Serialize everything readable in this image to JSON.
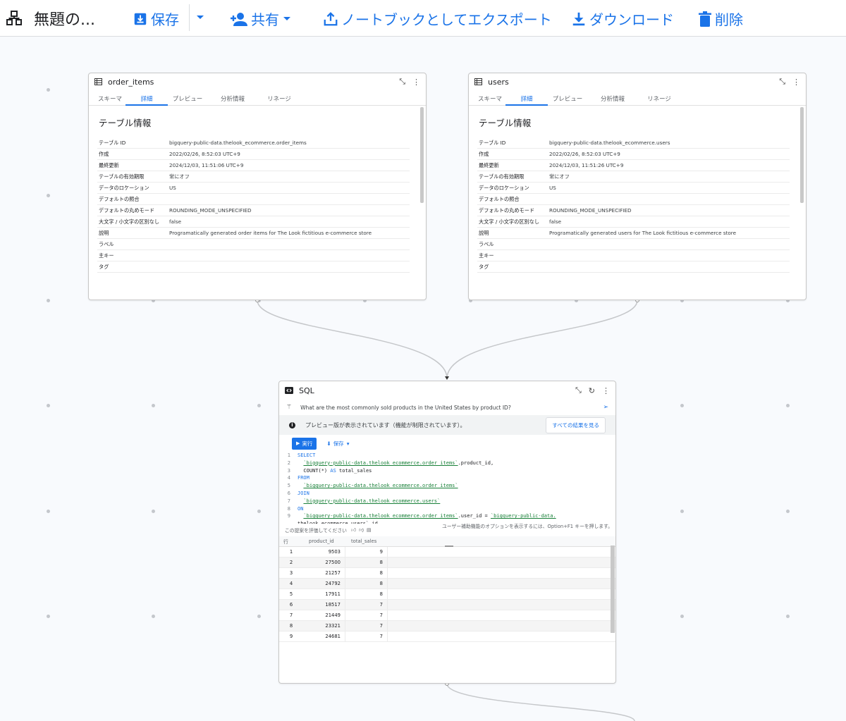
{
  "toolbar": {
    "title": "無題の...",
    "save": "保存",
    "share": "共有",
    "export": "ノートブックとしてエクスポート",
    "download": "ダウンロード",
    "delete": "削除"
  },
  "tabs": [
    "スキーマ",
    "詳細",
    "プレビュー",
    "分析情報",
    "リネージ"
  ],
  "order_items": {
    "title": "order_items",
    "section_title": "テーブル情報",
    "rows": [
      {
        "k": "テーブル ID",
        "v": "bigquery-public-data.thelook_ecommerce.order_items"
      },
      {
        "k": "作成",
        "v": "2022/02/26, 8:52:03 UTC+9"
      },
      {
        "k": "最終更新",
        "v": "2024/12/03, 11:51:06 UTC+9"
      },
      {
        "k": "テーブルの有効期限",
        "v": "常にオフ"
      },
      {
        "k": "データのロケーション",
        "v": "US"
      },
      {
        "k": "デフォルトの照合",
        "v": ""
      },
      {
        "k": "デフォルトの丸めモード",
        "v": "ROUNDING_MODE_UNSPECIFIED"
      },
      {
        "k": "大文字 / 小文字の区別なし",
        "v": "false"
      },
      {
        "k": "説明",
        "v": "Programatically generated order items for The Look fictitious e-commerce store"
      },
      {
        "k": "ラベル",
        "v": ""
      },
      {
        "k": "主キー",
        "v": ""
      },
      {
        "k": "タグ",
        "v": ""
      }
    ]
  },
  "users": {
    "title": "users",
    "section_title": "テーブル情報",
    "rows": [
      {
        "k": "テーブル ID",
        "v": "bigquery-public-data.thelook_ecommerce.users"
      },
      {
        "k": "作成",
        "v": "2022/02/26, 8:52:03 UTC+9"
      },
      {
        "k": "最終更新",
        "v": "2024/12/03, 11:51:26 UTC+9"
      },
      {
        "k": "テーブルの有効期限",
        "v": "常にオフ"
      },
      {
        "k": "データのロケーション",
        "v": "US"
      },
      {
        "k": "デフォルトの照合",
        "v": ""
      },
      {
        "k": "デフォルトの丸めモード",
        "v": "ROUNDING_MODE_UNSPECIFIED"
      },
      {
        "k": "大文字 / 小文字の区別なし",
        "v": "false"
      },
      {
        "k": "説明",
        "v": "Programatically generated users for The Look fictitious e-commerce store"
      },
      {
        "k": "ラベル",
        "v": ""
      },
      {
        "k": "主キー",
        "v": ""
      },
      {
        "k": "タグ",
        "v": ""
      }
    ]
  },
  "sql": {
    "title": "SQL",
    "prompt": "What are the most commonly sold products in the United States by product ID?",
    "notice": "プレビュー版が表示されています（機能が制限されています）。",
    "see_all": "すべての結果を見る",
    "run": "実行",
    "save": "保存",
    "code_lines": [
      [
        {
          "t": "SELECT",
          "c": "kw"
        }
      ],
      [
        {
          "t": "  "
        },
        {
          "t": "`bigquery-public-data.thelook_ecommerce.order_items`",
          "c": "str"
        },
        {
          "t": ".product_id,"
        }
      ],
      [
        {
          "t": "  COUNT(*) "
        },
        {
          "t": "AS",
          "c": "kw"
        },
        {
          "t": " total_sales"
        }
      ],
      [
        {
          "t": "FROM",
          "c": "kw"
        }
      ],
      [
        {
          "t": "  "
        },
        {
          "t": "`bigquery-public-data.thelook_ecommerce.order_items`",
          "c": "str"
        }
      ],
      [
        {
          "t": "JOIN",
          "c": "kw"
        }
      ],
      [
        {
          "t": "  "
        },
        {
          "t": "`bigquery-public-data.thelook_ecommerce.users`",
          "c": "str"
        }
      ],
      [
        {
          "t": "ON",
          "c": "kw"
        }
      ],
      [
        {
          "t": "  "
        },
        {
          "t": "`bigquery-public-data.thelook_ecommerce.order_items`",
          "c": "str"
        },
        {
          "t": ".user_id = "
        },
        {
          "t": "`bigquery-public-data.",
          "c": "str"
        }
      ],
      [
        {
          "t": "thelook_ecommerce.users`.id"
        }
      ]
    ],
    "feedback": "この提案を評価してください",
    "a11y": "ユーザー補助機能のオプションを表示するには、Option+F1 キーを押します。",
    "columns": [
      "行",
      "product_id",
      "total_sales"
    ],
    "results": [
      [
        1,
        9503,
        9
      ],
      [
        2,
        27500,
        8
      ],
      [
        3,
        21257,
        8
      ],
      [
        4,
        24792,
        8
      ],
      [
        5,
        17911,
        8
      ],
      [
        6,
        18517,
        7
      ],
      [
        7,
        21449,
        7
      ],
      [
        8,
        23321,
        7
      ],
      [
        9,
        24681,
        7
      ]
    ]
  }
}
